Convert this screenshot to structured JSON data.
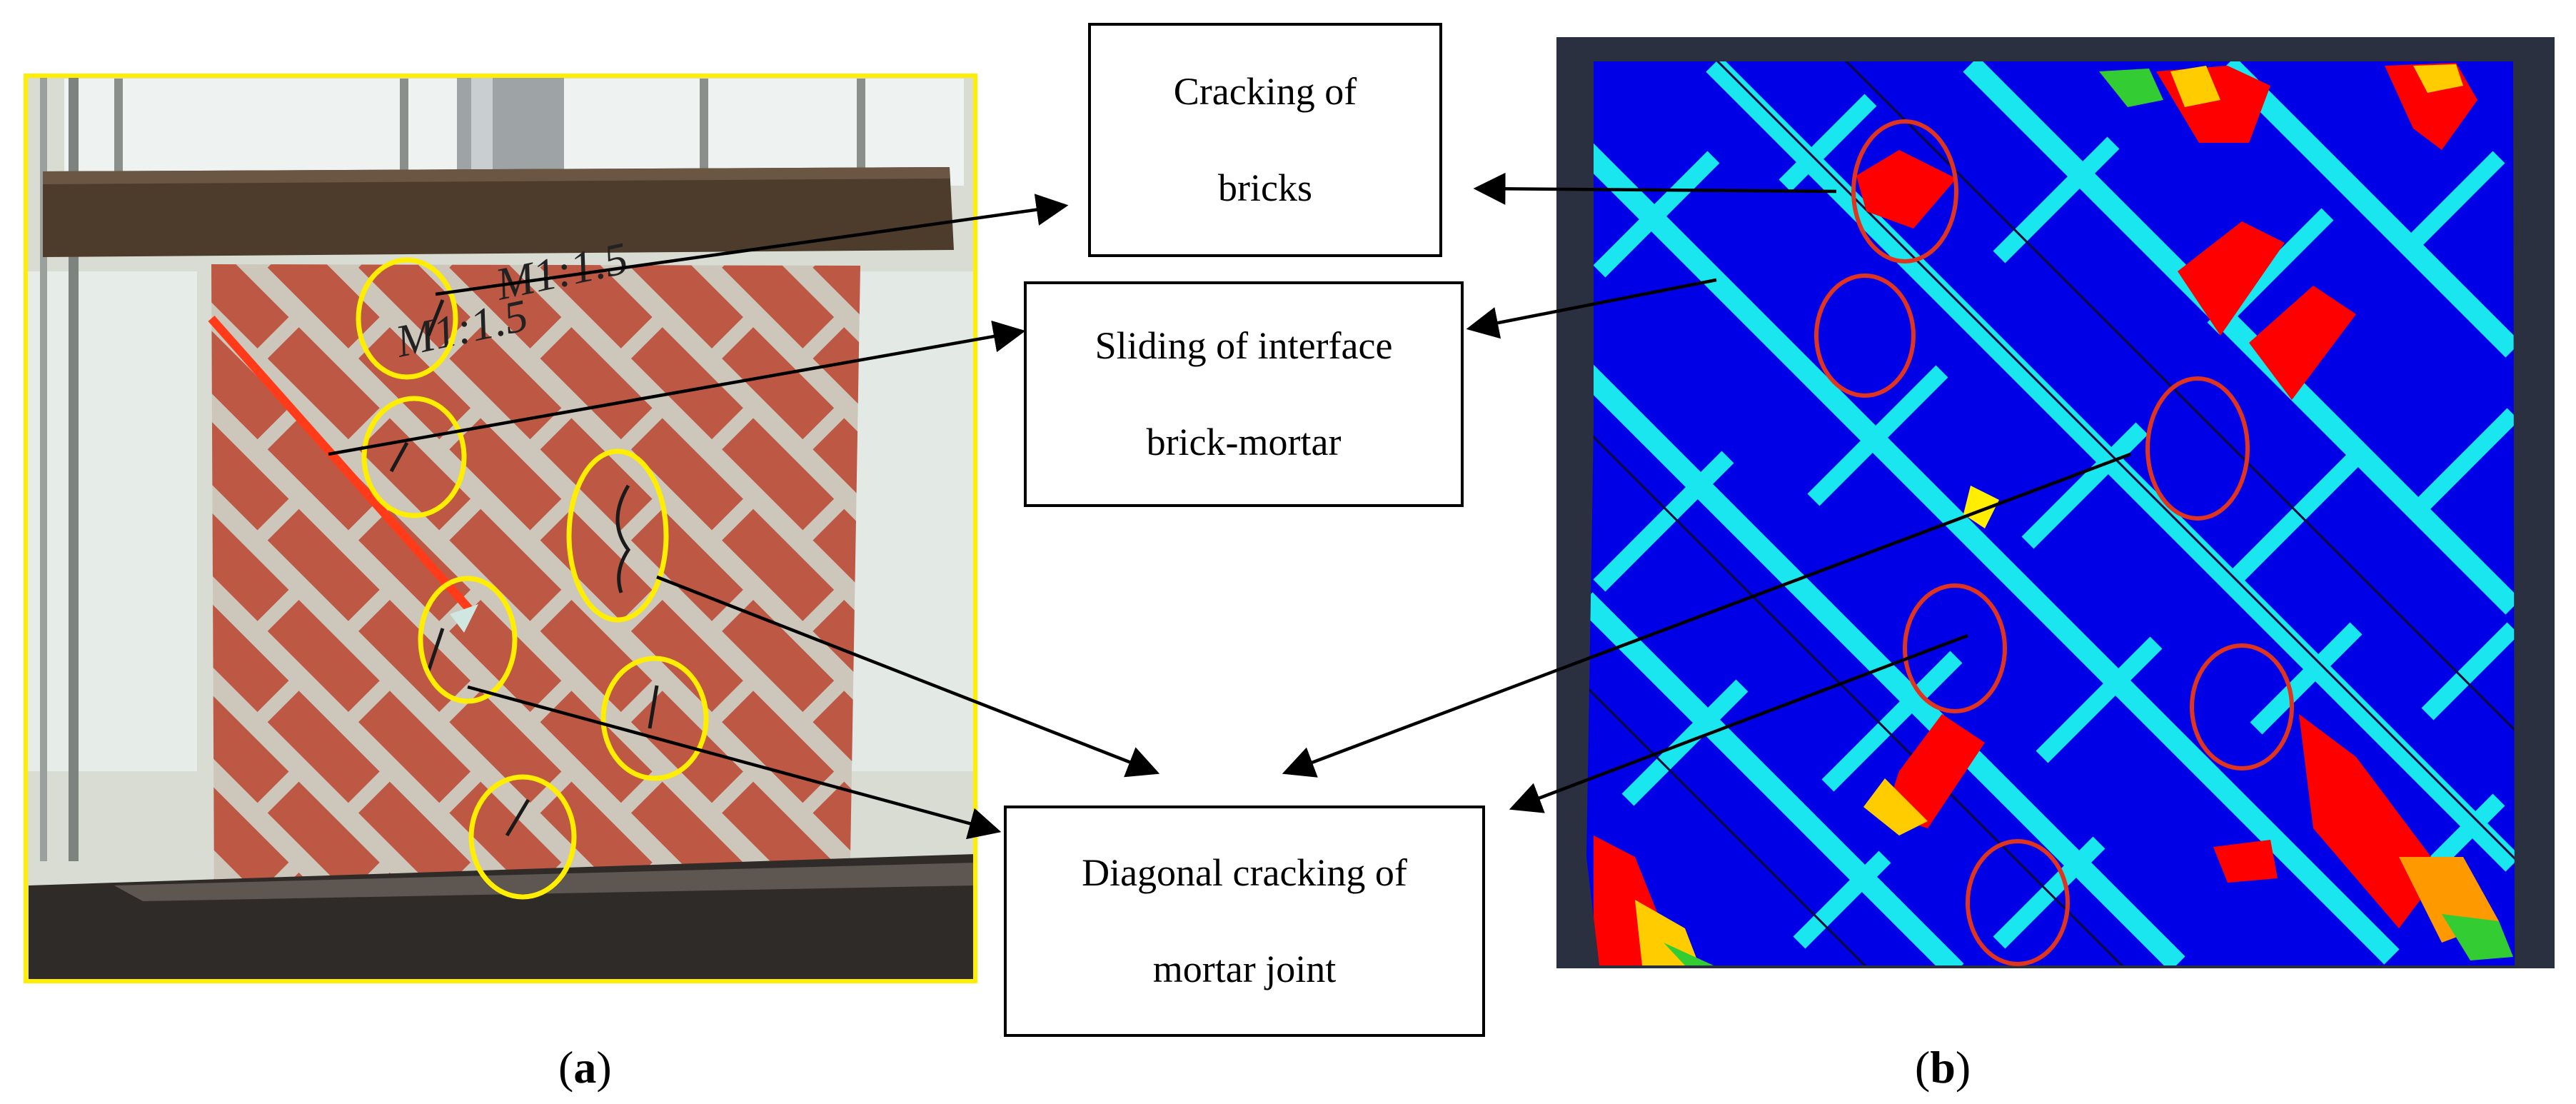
{
  "labels": {
    "bricks": [
      "Cracking of",
      "bricks"
    ],
    "sliding": [
      "Sliding of interface",
      "brick-mortar"
    ],
    "mortar": [
      "Diagonal cracking of",
      "mortar joint"
    ]
  },
  "captions": {
    "a_open": "(",
    "a_letter": "a",
    "a_close": ")",
    "b_open": "(",
    "b_letter": "b",
    "b_close": ")"
  },
  "photo_text": {
    "line1": "M1:1.5",
    "line2": "M1:1.5"
  },
  "colors": {
    "photo_border": "#ffee00",
    "highlight_circle": "#ffee00",
    "sim_circle": "#e0341e",
    "crack_line": "#ff3b1a",
    "fem_body": "#0000e6",
    "fem_joint": "#19e6ee",
    "fem_damage": "#ff0000",
    "fem_background": "#2a3040"
  },
  "icons": [
    "arrow-icon"
  ]
}
